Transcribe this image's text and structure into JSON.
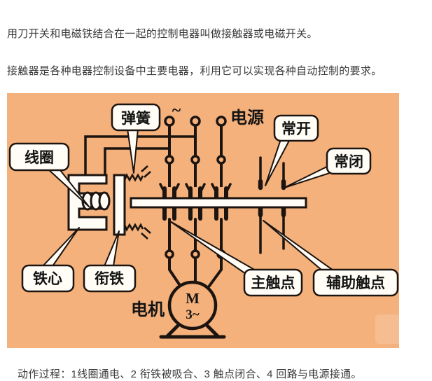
{
  "content": {
    "paragraph1": "用刀开关和电磁铁结合在一起的控制电器叫做接触器或电磁开关。",
    "paragraph2": "接触器是各种电器控制设备中主要电器，利用它可以实现各种自动控制的要求。",
    "caption": "动作过程：1线圈通电、2 衔铁被吸合、3 触点闭合、4 回路与电源接通。"
  },
  "diagram": {
    "background_color": "#f4b17b",
    "line_color": "#1c1410",
    "bubble_fill": "#fffdf6",
    "labels": {
      "coil": "线圈",
      "spring": "弹簧",
      "power": "电源",
      "ac": "~",
      "normally_open": "常开",
      "normally_closed": "常闭",
      "iron_core": "铁心",
      "armature": "衔铁",
      "main_contact": "主触点",
      "aux_contact": "辅助触点",
      "motor": "电机",
      "motor_m": "M",
      "motor_phase": "3~"
    }
  }
}
